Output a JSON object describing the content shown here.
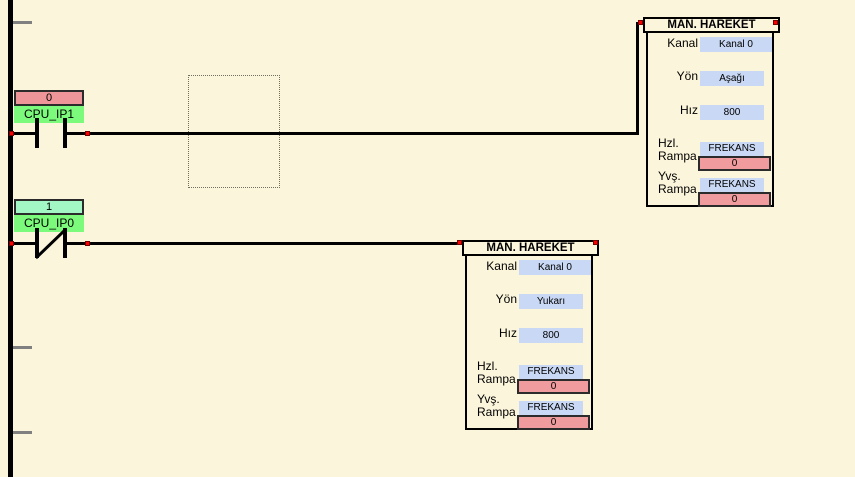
{
  "editor": {
    "background_color": "#FBF5DB",
    "selection_marquee_visible": true
  },
  "colors": {
    "field_box_blue": "#C9D8F4",
    "ramp_value_pink": "#F09B9D",
    "contact_state_off_pink": "#ED9598",
    "contact_state_on_green": "#A3F7C4",
    "contact_label_green": "#7CFA7C",
    "connection_marker_red": "#FF0000",
    "network_tick_gray": "#808080"
  },
  "rungs": [
    {
      "contact": {
        "state_value": "0",
        "label": "CPU_IP1",
        "type": "normally-open"
      },
      "block": {
        "title": "MAN. HAREKET",
        "kanal_label": "Kanal",
        "kanal_value": "Kanal 0",
        "yon_label": "Yön",
        "yon_value": "Aşağı",
        "hiz_label": "Hız",
        "hiz_value": "800",
        "hzl_label_line1": "Hzl.",
        "hzl_label_line2": "Rampa",
        "hzl_mode": "FREKANS",
        "hzl_value": "0",
        "yvs_label_line1": "Yvş.",
        "yvs_label_line2": "Rampa",
        "yvs_mode": "FREKANS",
        "yvs_value": "0"
      }
    },
    {
      "contact": {
        "state_value": "1",
        "label": "CPU_IP0",
        "type": "normally-closed"
      },
      "block": {
        "title": "MAN. HAREKET",
        "kanal_label": "Kanal",
        "kanal_value": "Kanal 0",
        "yon_label": "Yön",
        "yon_value": "Yukarı",
        "hiz_label": "Hız",
        "hiz_value": "800",
        "hzl_label_line1": "Hzl.",
        "hzl_label_line2": "Rampa",
        "hzl_mode": "FREKANS",
        "hzl_value": "0",
        "yvs_label_line1": "Yvş.",
        "yvs_label_line2": "Rampa",
        "yvs_mode": "FREKANS",
        "yvs_value": "0"
      }
    }
  ]
}
